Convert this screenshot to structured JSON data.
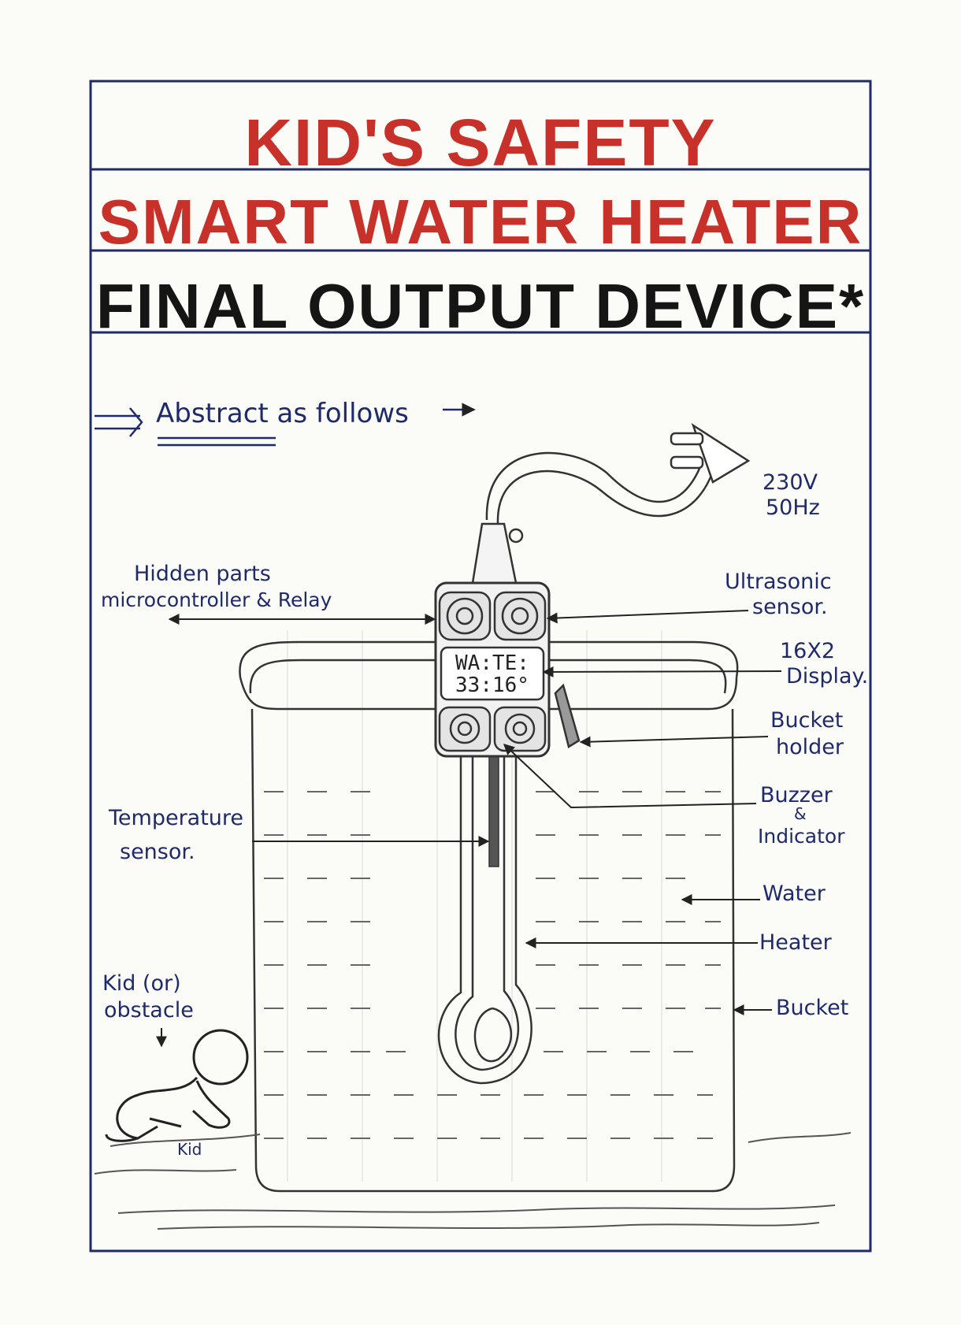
{
  "title": {
    "line1": "KID'S SAFETY",
    "line2": "SMART WATER HEATER",
    "line3": "FINAL OUTPUT DEVICE*"
  },
  "subtitle": "Abstract as follows",
  "display": {
    "line1": "WA:TE:",
    "line2": "33:16°"
  },
  "labels": {
    "power": [
      "230V",
      "50Hz"
    ],
    "hidden_parts": [
      "Hidden parts",
      "microcontroller & Relay"
    ],
    "ultrasonic": [
      "Ultrasonic",
      "sensor."
    ],
    "display_label": [
      "16X2",
      "Display."
    ],
    "bucket_holder": [
      "Bucket",
      "holder"
    ],
    "buzzer": [
      "Buzzer",
      "&",
      "Indicator"
    ],
    "temperature": [
      "Temperature",
      "sensor."
    ],
    "water": "Water",
    "heater": "Heater",
    "bucket": "Bucket",
    "kid_obstacle": [
      "Kid (or)",
      "obstacle"
    ],
    "kid": "Kid"
  },
  "colors": {
    "title_red": "#c8312a",
    "ink_blue": "#1f2a6b",
    "pencil": "#333333"
  }
}
